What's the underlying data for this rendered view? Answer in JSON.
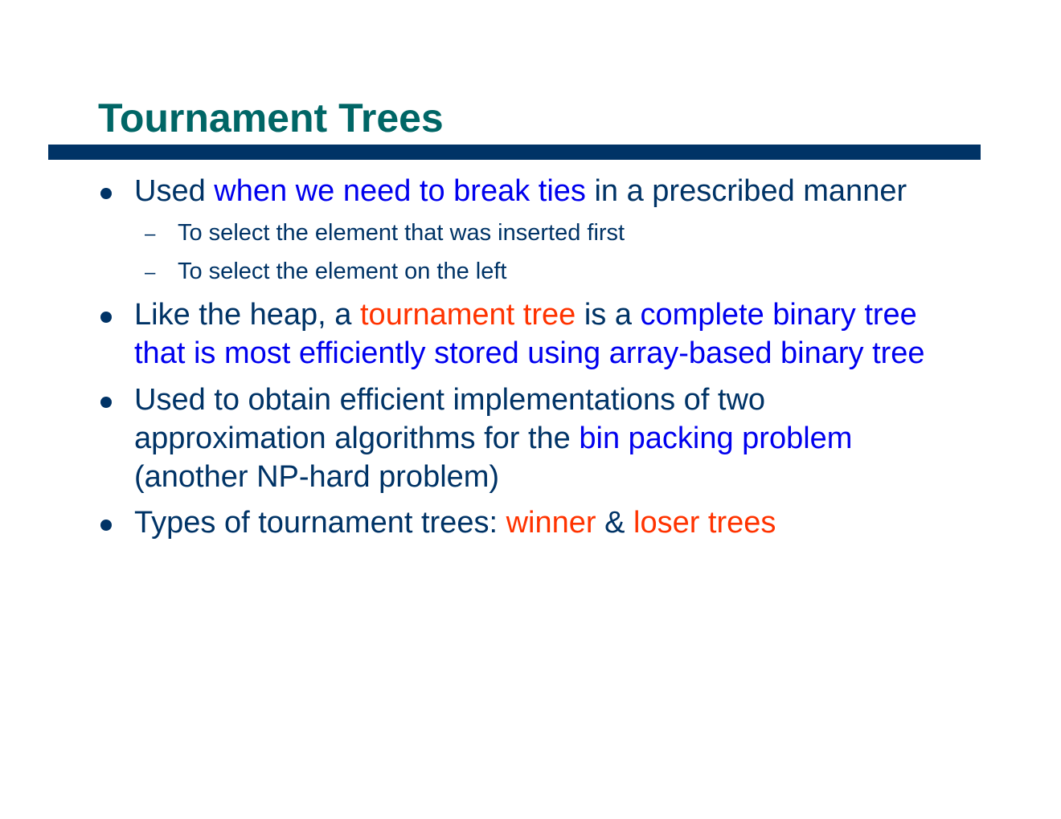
{
  "slide": {
    "title": "Tournament Trees",
    "colors": {
      "title": "#006666",
      "rule": "#003366",
      "body": "#003366",
      "emphasis_blue": "#0000ee",
      "emphasis_red": "#ff3300"
    },
    "bullets": [
      {
        "lines": [
          {
            "a": "Used ",
            "b": "when we need to break ties",
            "c": " in a prescribed manner"
          }
        ],
        "subitems": [
          "To select the element that was inserted first",
          "To select the element on the left"
        ]
      },
      {
        "lines": [
          {
            "a": "Like the heap, a ",
            "b": "tournament tree",
            "c": " is a ",
            "d": "complete binary tree"
          },
          {
            "e": "that is most efficiently stored using array-based binary tree"
          }
        ]
      },
      {
        "lines": [
          {
            "a": "Used to obtain efficient implementations of two"
          },
          {
            "a": "approximation algorithms for the ",
            "b": "bin packing problem"
          },
          {
            "a": "(another NP-hard problem)"
          }
        ]
      },
      {
        "lines": [
          {
            "a": "Types of tournament trees: ",
            "b": "winner",
            "c": " & ",
            "d": "loser trees"
          }
        ]
      }
    ],
    "sub_marker": "–"
  }
}
